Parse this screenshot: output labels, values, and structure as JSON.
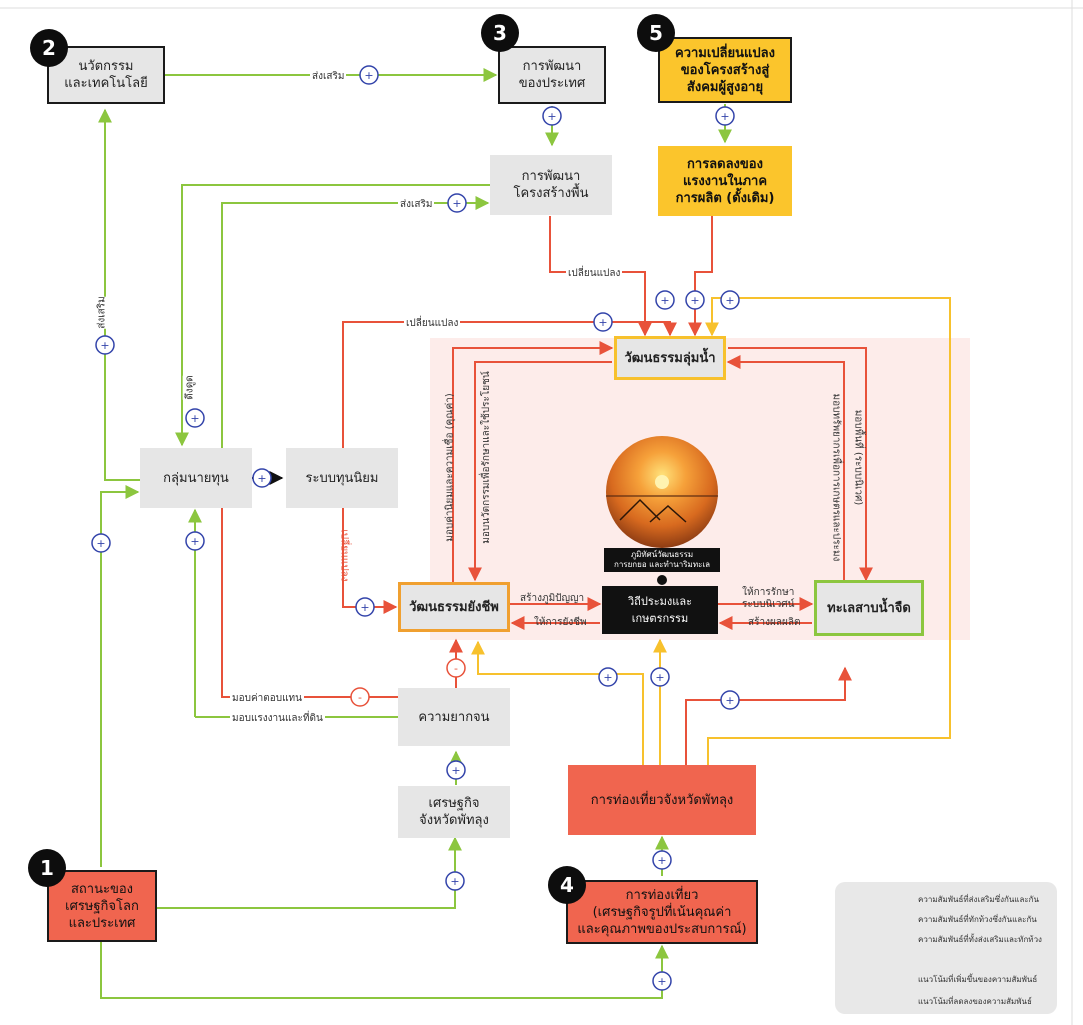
{
  "badges": [
    "1",
    "2",
    "3",
    "4",
    "5"
  ],
  "nodes": {
    "innovation": "นวัตกรรม\nและเทคโนโลยี",
    "country_dev": "การพัฒนา\nของประเทศ",
    "aging": "ความเปลี่ยนแปลง\nของโครงสร้างสู่\nสังคมผู้สูงอายุ",
    "infra": "การพัฒนา\nโครงสร้างพื้น",
    "labor": "การลดลงของ\nแรงงานในภาค\nการผลิต (ดั้งเดิม)",
    "basin_culture": "วัฒนธรรมลุ่มน้ำ",
    "capitalists": "กลุ่มนายทุน",
    "capitalism": "ระบบทุนนิยม",
    "livelihood_culture": "วัฒนธรรมยังชีพ",
    "fishing": "วิถีประมงและเกษตรกรรม",
    "lake": "ทะเลสาบน้ำจืด",
    "poverty": "ความยากจน",
    "phatthalung_econ": "เศรษฐกิจ\nจังหวัดพัทลุง",
    "world_econ": "สถานะของ\nเศรษฐกิจโลก\nและประเทศ",
    "tourism_province": "การท่องเที่ยวจังหวัดพัทลุง",
    "tourism_value": "การท่องเที่ยว\n(เศรษฐกิจรูปที่เน้นคุณค่า\nและคุณภาพของประสบการณ์)",
    "photo_caption": "ภูมิทัศน์วัฒนธรรม\nการยกยอ และทำนาริมทะเล"
  },
  "labels": {
    "promote1": "ส่งเสริม",
    "promote2": "ส่งเสริม",
    "promote3": "ส่งเสริม",
    "attract": "ดึงดูด",
    "change1": "เปลี่ยนแปลง",
    "change2": "เปลี่ยนแปลง",
    "change3": "เปลี่ยนแปลง",
    "reward": "มอบค่าตอบแทน",
    "give_labor": "มอบแรงงานและที่ดิน",
    "wisdom": "สร้างภูมิปัญญา",
    "livelihood": "ให้การยังชีพ",
    "conserve": "ให้การรักษา\nระบบนิเวศน์",
    "produce": "สร้างผลผลิต",
    "values": "มอบค่านิยมและความเชื่อ (คุณค่า)",
    "ritual": "มอบนวัตกรรมเพื่อรักษาและใช้ประโยชน์",
    "give_resources": "มอบทรัพยากรเพื่อการเกษตรและประมง",
    "give_space": "มอบพื้นที่ (ระบบนิเวศ)"
  },
  "legend": {
    "items": [
      {
        "text": "ความสัมพันธ์ที่ส่งเสริมซึ่งกันและกัน",
        "color": "#8cc63f"
      },
      {
        "text": "ความสัมพันธ์ที่ทักท้วงซึ่งกันและกัน",
        "color": "#e8523a"
      },
      {
        "text": "ความสัมพันธ์ที่ทั้งส่งเสริมและทักท้วง",
        "color": "#f7c12d"
      }
    ],
    "plus_text": "แนวโน้มที่เพิ่มขึ้นของความสัมพันธ์",
    "minus_text": "แนวโน้มที่ลดลงของความสัมพันธ์"
  },
  "colors": {
    "green": "#8cc63f",
    "red": "#e8523a",
    "yellow": "#f7c12d",
    "blue": "#3344aa"
  }
}
